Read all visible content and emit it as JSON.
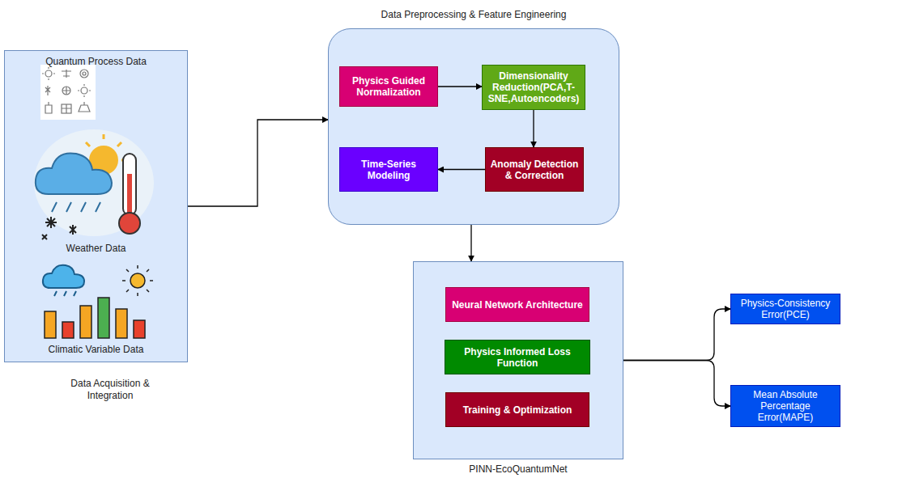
{
  "diagram": {
    "nodes": [
      {
        "text": [
          "Quantum Process Data",
          "Weather Data",
          "Climatic Variable Data",
          "Data Acquisition & Integration"
        ]
      },
      {
        "text": [
          "Data Preprocessing & Feature Engineering"
        ]
      },
      {
        "text": [
          "Physics Guided Normalization"
        ],
        "in": 1
      },
      {
        "text": [
          "Dimensionality Reduction(PCA,T-SNE,Autoencoders)"
        ],
        "in": 1
      },
      {
        "text": [
          "Anomaly Detection & Correction"
        ],
        "in": 1
      },
      {
        "text": [
          "Time-Series Modeling"
        ],
        "in": 1
      },
      {
        "text": [
          "PINN-EcoQuantumNet"
        ]
      },
      {
        "text": [
          "Neural Network Architecture"
        ],
        "in": 6
      },
      {
        "text": [
          "Physics Informed Loss Function"
        ],
        "in": 6
      },
      {
        "text": [
          "Training & Optimization"
        ],
        "in": 6
      },
      {
        "text": [
          "Physics-Consistency Error(PCE)"
        ]
      },
      {
        "text": [
          "Mean Absolute Percentage Error(MAPE)"
        ]
      }
    ],
    "edges": [
      {
        "from": 0,
        "to": 1,
        "arrow": "to"
      },
      {
        "from": 2,
        "to": 3,
        "arrow": "to"
      },
      {
        "from": 3,
        "to": 4,
        "arrow": "to"
      },
      {
        "from": 4,
        "to": 5,
        "arrow": "to"
      },
      {
        "from": 1,
        "to": 6,
        "arrow": "to"
      },
      {
        "from": 6,
        "to": 10,
        "arrow": "to"
      },
      {
        "from": 6,
        "to": 11,
        "arrow": "to"
      }
    ]
  }
}
